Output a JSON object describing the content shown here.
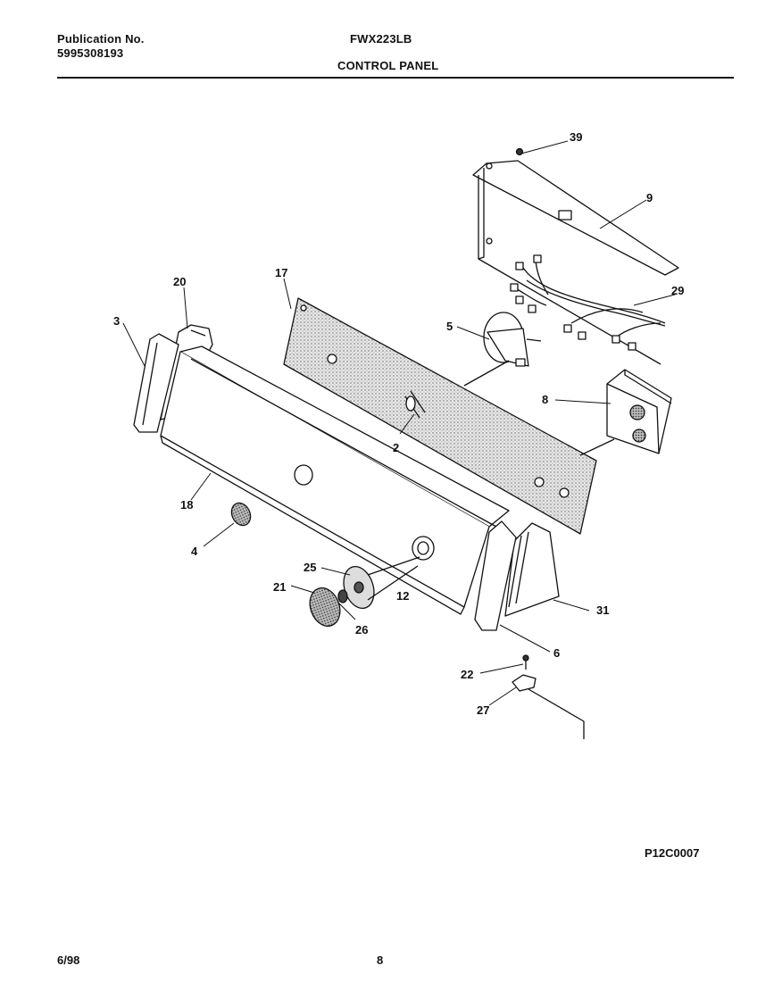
{
  "header": {
    "publication_label": "Publication No.",
    "publication_number": "5995308193",
    "model": "FWX223LB",
    "section": "CONTROL PANEL"
  },
  "diagram": {
    "code": "P12C0007",
    "callouts": [
      "39",
      "9",
      "29",
      "17",
      "20",
      "3",
      "5",
      "8",
      "2",
      "18",
      "4",
      "25",
      "21",
      "12",
      "26",
      "31",
      "6",
      "22",
      "27"
    ]
  },
  "footer": {
    "date": "6/98",
    "page": "8"
  }
}
